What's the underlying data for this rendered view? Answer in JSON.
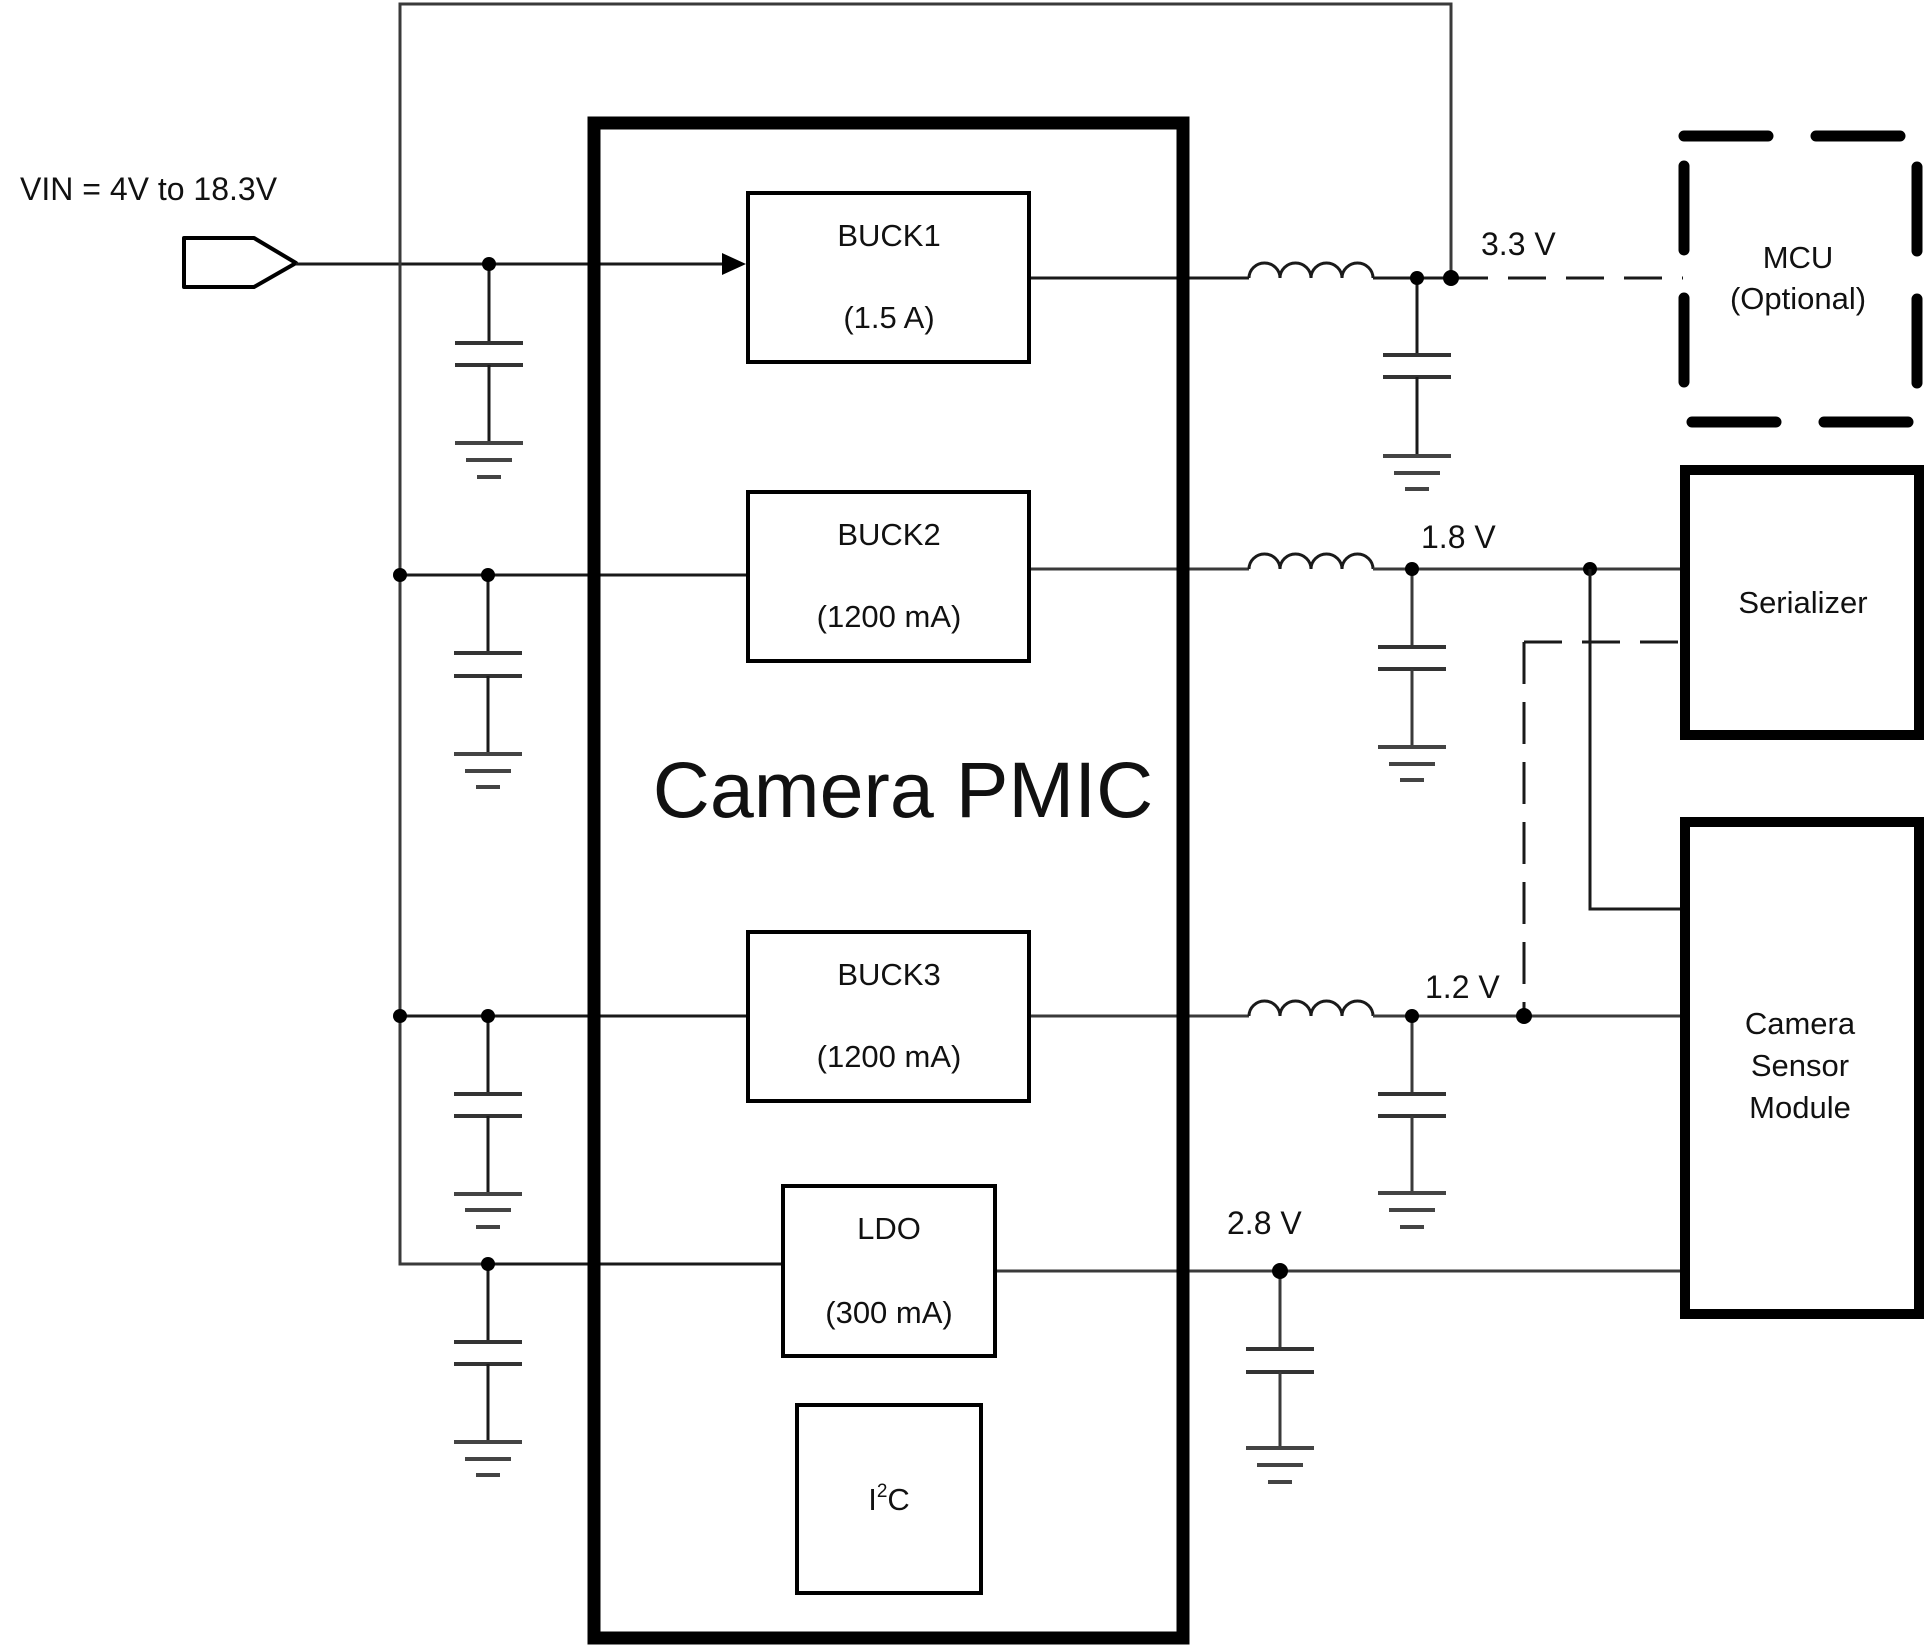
{
  "title": "Camera PMIC",
  "input": {
    "label": "VIN = 4V to 18.3V"
  },
  "blocks": {
    "buck1": {
      "name": "BUCK1",
      "rating": "(1.5 A)"
    },
    "buck2": {
      "name": "BUCK2",
      "rating": "(1200 mA)"
    },
    "buck3": {
      "name": "BUCK3",
      "rating": "(1200 mA)"
    },
    "ldo": {
      "name": "LDO",
      "rating": "(300 mA)"
    },
    "i2c": {
      "base": "I",
      "superscript": "2",
      "suffix": "C"
    }
  },
  "rails": {
    "rail_3v3": "3.3 V",
    "rail_1v8": "1.8 V",
    "rail_1v2": "1.2 V",
    "rail_2v8": "2.8 V"
  },
  "loads": {
    "mcu": {
      "line1": "MCU",
      "line2": "(Optional)",
      "optional": true
    },
    "serializer": {
      "line1": "Serializer"
    },
    "camera": {
      "line1": "Camera",
      "line2": "Sensor",
      "line3": "Module"
    }
  }
}
